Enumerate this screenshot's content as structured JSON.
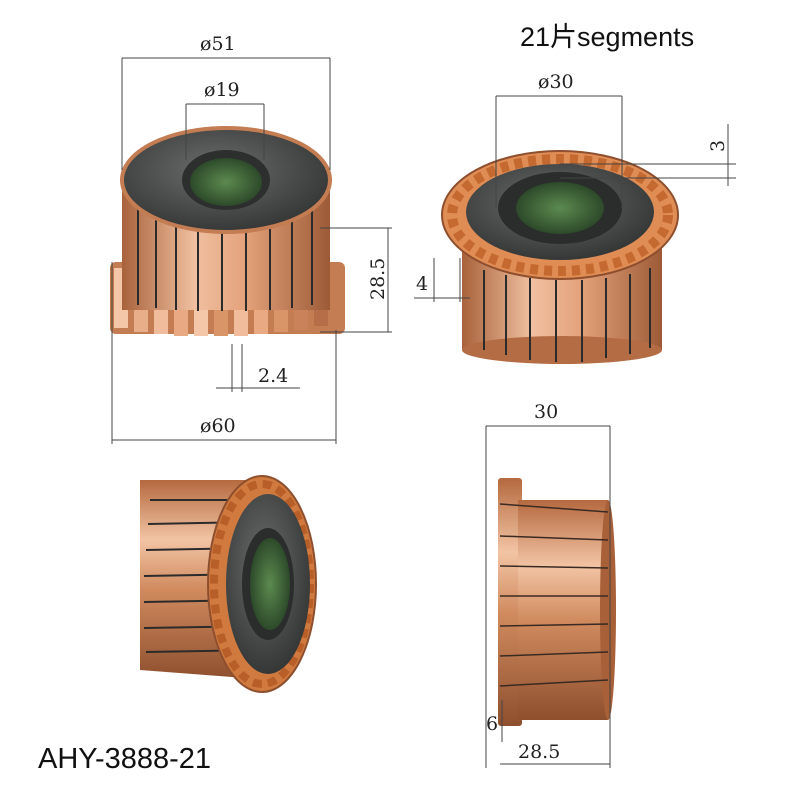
{
  "header": {
    "segments_label": "21片segments"
  },
  "footer": {
    "model_label": "AHY-3888-21"
  },
  "view_front": {
    "dim_outer": "ø51",
    "dim_bore": "ø19",
    "dim_height": "28.5",
    "dim_slot": "2.4",
    "dim_flange": "ø60"
  },
  "view_top": {
    "dim_hub": "ø30",
    "dim_step": "3",
    "dim_riser": "4"
  },
  "view_side": {
    "dim_length": "30",
    "dim_flange_len": "6",
    "dim_body_len": "28.5"
  },
  "colors": {
    "copper": "#d08a5e",
    "copper_dark": "#9c5a36",
    "copper_light": "#f2c2a2",
    "insulator": "#4a4d4c",
    "bore": "#3f6b3a"
  }
}
